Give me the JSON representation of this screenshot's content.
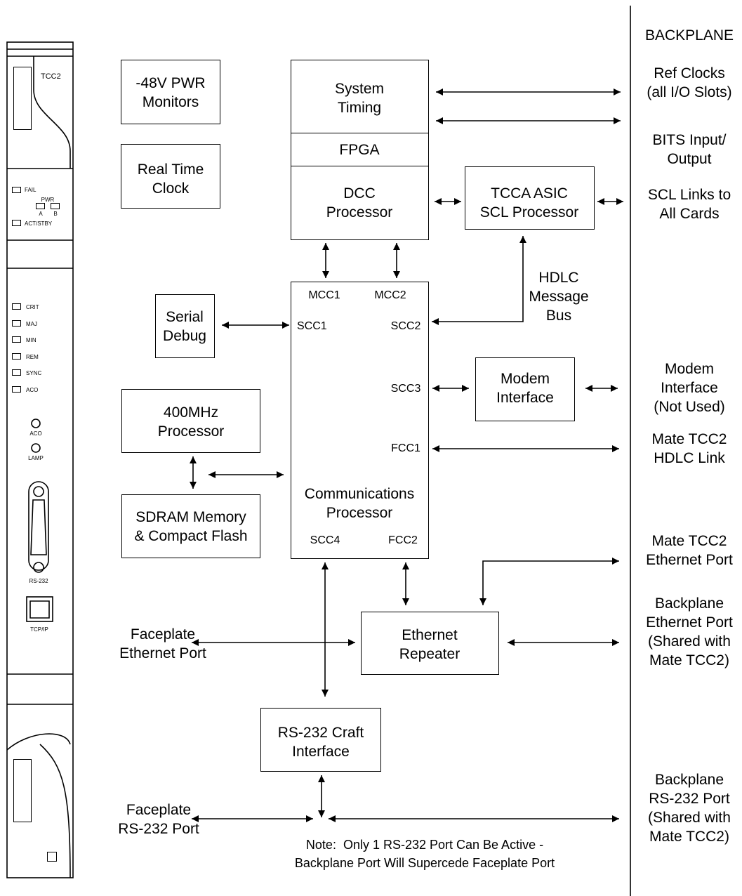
{
  "diagram": {
    "backplane": {
      "title": "BACKPLANE",
      "ref_clocks": "Ref Clocks\n(all I/O Slots)",
      "bits": "BITS Input/\nOutput",
      "scl_links": "SCL Links to\nAll Cards",
      "modem_if": "Modem\nInterface\n(Not Used)",
      "mate_hdlc": "Mate TCC2\nHDLC Link",
      "mate_eth": "Mate TCC2\nEthernet Port",
      "bp_eth": "Backplane\nEthernet Port\n(Shared with\nMate TCC2)",
      "bp_rs232": "Backplane\nRS-232 Port\n(Shared with\nMate TCC2)"
    },
    "blocks": {
      "pwr_monitors": "-48V PWR\nMonitors",
      "rtc": "Real Time\nClock",
      "system_timing": "System\nTiming",
      "fpga": "FPGA",
      "dcc": "DCC\nProcessor",
      "tcca": "TCCA ASIC\nSCL Processor",
      "serial_debug": "Serial\nDebug",
      "cpu400": "400MHz\nProcessor",
      "sdram": "SDRAM Memory\n& Compact Flash",
      "modem": "Modem\nInterface",
      "comm_proc": "Communications\nProcessor",
      "eth_repeater": "Ethernet\nRepeater",
      "rs232_craft": "RS-232 Craft\nInterface"
    },
    "ports": {
      "mcc1": "MCC1",
      "mcc2": "MCC2",
      "scc1": "SCC1",
      "scc2": "SCC2",
      "scc3": "SCC3",
      "fcc1": "FCC1",
      "scc4": "SCC4",
      "fcc2": "FCC2"
    },
    "hdlc_bus": "HDLC\nMessage\nBus",
    "faceplate_eth": "Faceplate\nEthernet Port",
    "faceplate_rs232": "Faceplate\nRS-232 Port",
    "note": "Note:  Only 1 RS-232 Port Can Be Active -\nBackplane Port Will Supercede Faceplate Port"
  },
  "faceplate": {
    "card_name": "TCC2",
    "fail": "FAIL",
    "pwr": "PWR",
    "pwr_a": "A",
    "pwr_b": "B",
    "act_stby": "ACT/STBY",
    "alarms": [
      "CRIT",
      "MAJ",
      "MIN",
      "REM",
      "SYNC",
      "ACO"
    ],
    "aco_button": "ACO",
    "lamp_button": "LAMP",
    "rs232": "RS-232",
    "tcpip": "TCP/IP"
  }
}
